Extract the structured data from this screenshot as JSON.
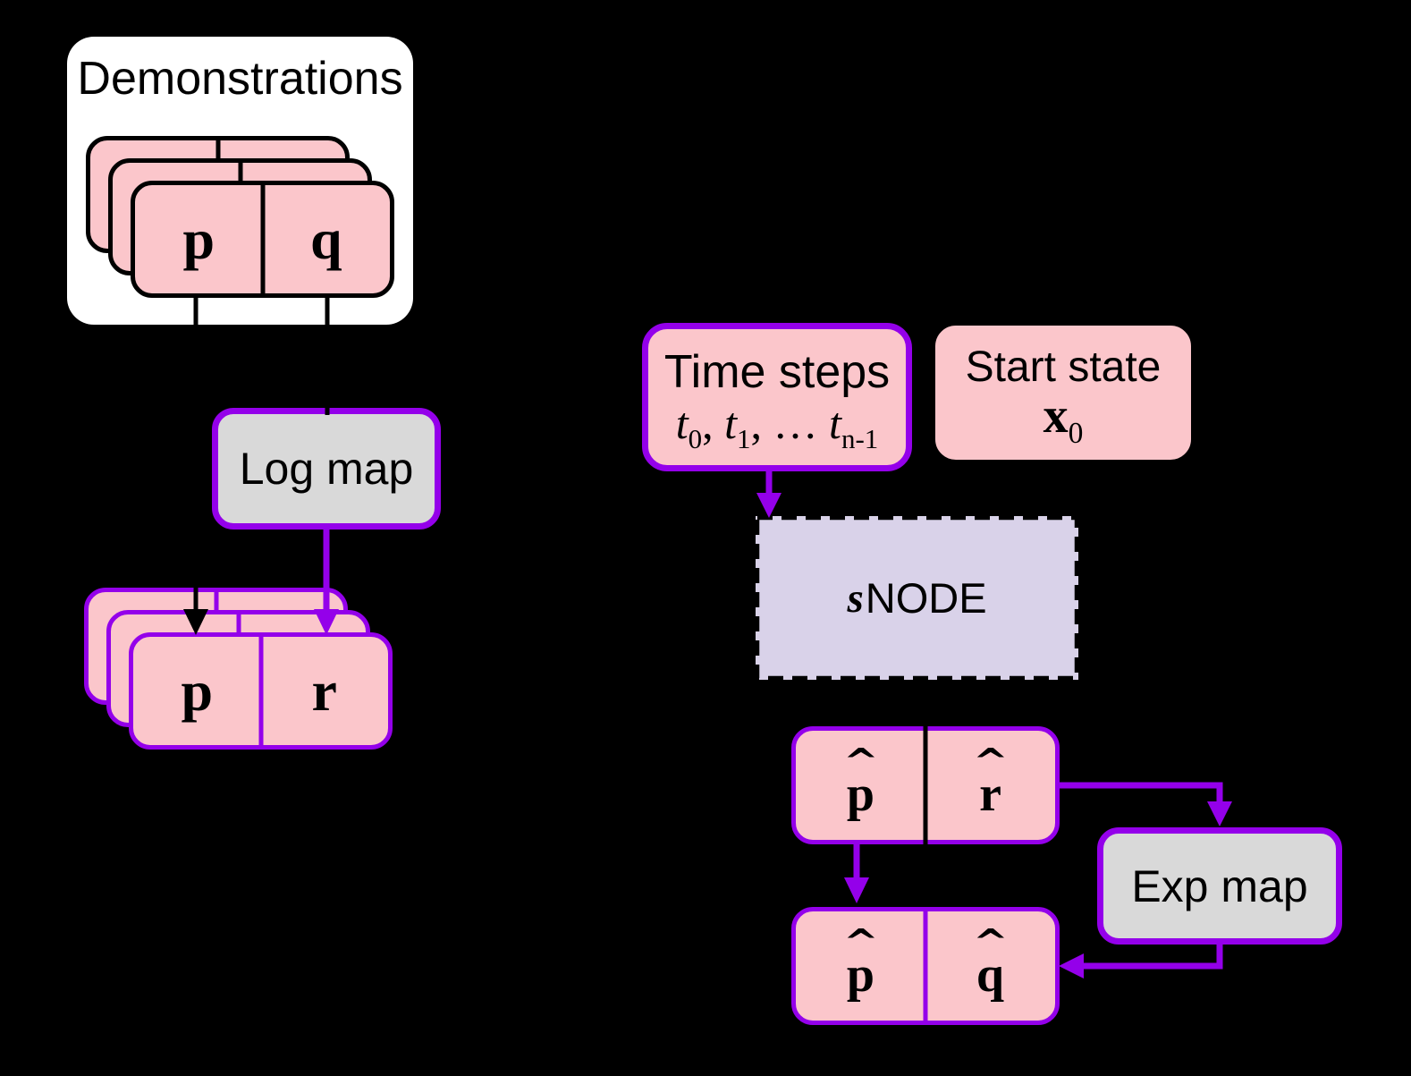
{
  "colors": {
    "background": "#000000",
    "pink_fill": "#fbc6cb",
    "purple_accent": "#9400ea",
    "gray_fill": "#d9d9d9",
    "lavender_fill": "#d9d2e9",
    "white_fill": "#ffffff",
    "black_line": "#000000"
  },
  "demonstrations": {
    "title": "Demonstrations",
    "left_cell": "p",
    "right_cell": "q"
  },
  "log_map": {
    "label": "Log map"
  },
  "latent_card": {
    "left_cell": "p",
    "right_cell": "r"
  },
  "time_steps": {
    "title": "Time steps",
    "var": "t",
    "sub0": "0",
    "sep": ", ",
    "sub1": "1",
    "sep_ellipsis": ", … ",
    "subn": "n-1"
  },
  "start_state": {
    "title": "Start state",
    "symbol": "x",
    "subscript": "0"
  },
  "snode": {
    "prefix": "s",
    "suffix": "NODE"
  },
  "prediction_card": {
    "hat": "^",
    "left_cell": "p",
    "right_cell": "r"
  },
  "exp_map": {
    "label": "Exp map"
  },
  "output_card": {
    "hat": "^",
    "left_cell": "p",
    "right_cell": "q"
  }
}
